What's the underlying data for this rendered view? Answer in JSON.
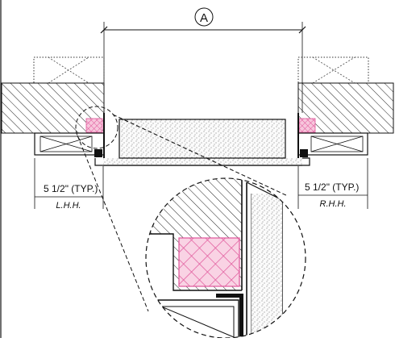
{
  "drawing": {
    "marker_label": "A",
    "dimension_left": "5 1/2\" (TYP.)",
    "dimension_right": "5 1/2\" (TYP.)",
    "hand_left": "L.H.H.",
    "hand_right": "R.H.H.",
    "colors": {
      "line": "#111111",
      "hatch": "#222222",
      "sealant": "#f0a6c8",
      "sealant_line": "#e0559a",
      "stipple": "#555555",
      "background": "#ffffff"
    }
  }
}
